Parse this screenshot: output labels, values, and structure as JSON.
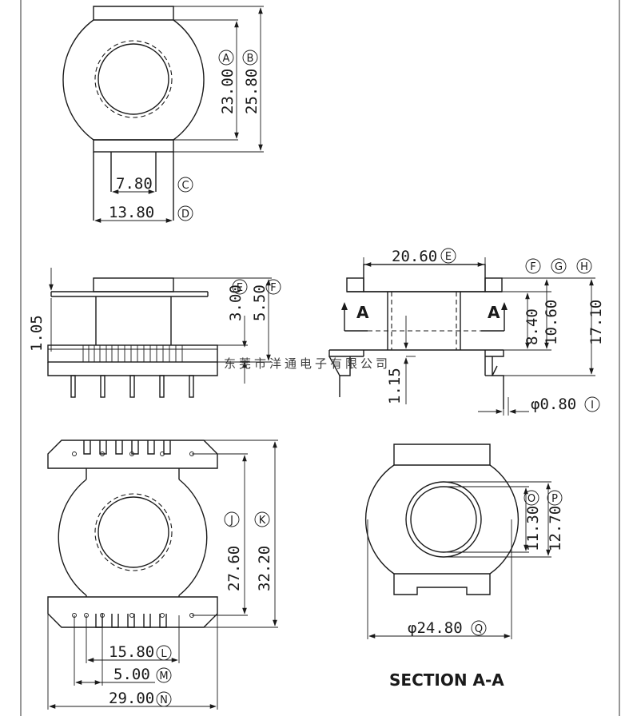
{
  "dimensions": {
    "A": "23.00",
    "B": "25.80",
    "C": "7.80",
    "D": "13.80",
    "E": "3.00",
    "F": "5.50",
    "E_top": "20.60",
    "left_offset": "1.05",
    "G": "8.40",
    "H": "10.60",
    "H2": "17.10",
    "pin_len": "1.15",
    "I": "φ0.80",
    "J": "27.60",
    "K": "32.20",
    "L": "15.80",
    "M": "5.00",
    "N": "29.00",
    "O": "11.30",
    "P": "12.70",
    "Q": "φ24.80"
  },
  "tags": {
    "A": "A",
    "B": "B",
    "C": "C",
    "D": "D",
    "E": "E",
    "F": "F",
    "G": "G",
    "H": "H",
    "I": "I",
    "J": "J",
    "K": "K",
    "L": "L",
    "M": "M",
    "N": "N",
    "O": "O",
    "P": "P",
    "Q": "Q"
  },
  "section_markers": {
    "left": "A",
    "right": "A"
  },
  "section_title": "SECTION A-A",
  "watermark": "东莞市洋通电子有限公司"
}
